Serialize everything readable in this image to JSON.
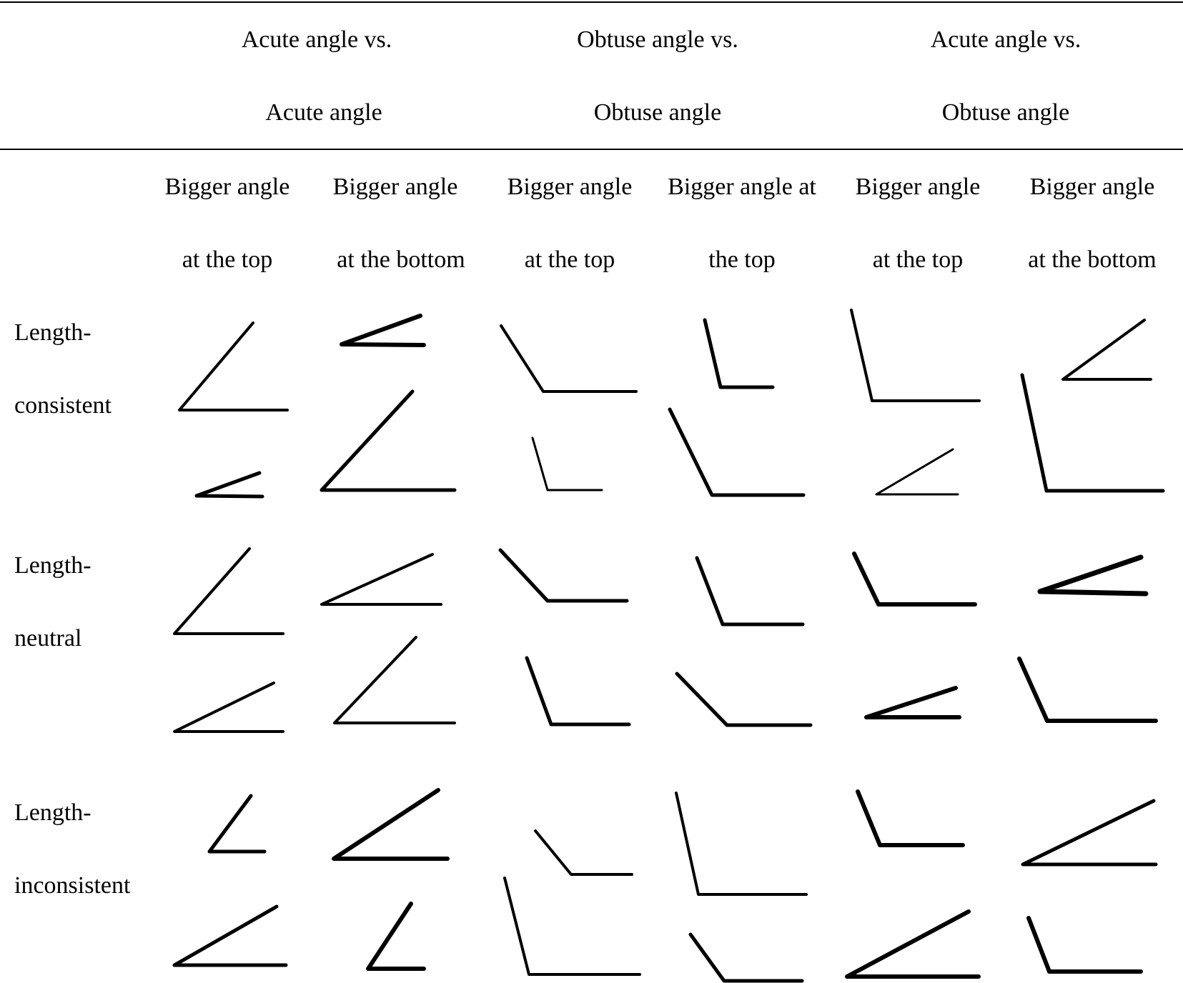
{
  "header": {
    "group_1": {
      "line1": "Acute angle vs.",
      "line2": "Acute angle"
    },
    "group_2": {
      "line1": "Obtuse angle vs.",
      "line2": "Obtuse angle"
    },
    "group_3": {
      "line1": "Acute angle vs.",
      "line2": "Obtuse angle"
    }
  },
  "columns": [
    {
      "line1": "Bigger angle",
      "line2": "at the top"
    },
    {
      "line1": "Bigger angle",
      "line2": "at the bottom"
    },
    {
      "line1": "Bigger angle",
      "line2": "at the top"
    },
    {
      "line1": "Bigger angle at",
      "line2": "the top"
    },
    {
      "line1": "Bigger angle",
      "line2": "at the top"
    },
    {
      "line1": "Bigger angle",
      "line2": "at the bottom"
    }
  ],
  "rows": [
    {
      "line1": "Length-",
      "line2": "consistent"
    },
    {
      "line1": "Length-",
      "line2": "neutral"
    },
    {
      "line1": "Length-",
      "line2": "inconsistent"
    }
  ]
}
